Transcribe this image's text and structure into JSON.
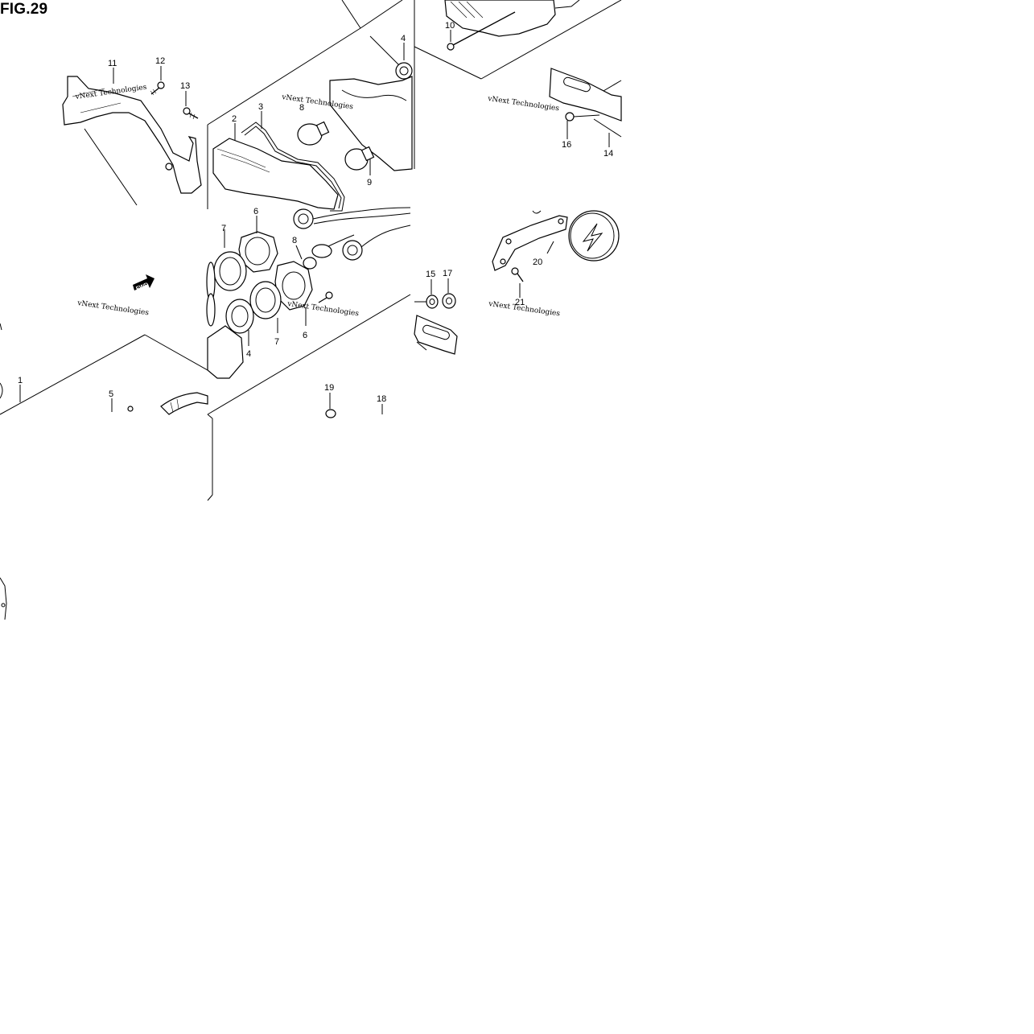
{
  "figure": {
    "title": "FIG.29"
  },
  "callouts": {
    "c1": "1",
    "c2": "2",
    "c3": "3",
    "c4a": "4",
    "c4b": "4",
    "c5": "5",
    "c6a": "6",
    "c6b": "6",
    "c7a": "7",
    "c7b": "7",
    "c8a": "8",
    "c8b": "8",
    "c9": "9",
    "c10": "10",
    "c11": "11",
    "c12": "12",
    "c13": "13",
    "c14": "14",
    "c15": "15",
    "c16": "16",
    "c17": "17",
    "c18": "18",
    "c19": "19",
    "c20": "20",
    "c21": "21"
  },
  "fwd_label": "FWD",
  "watermarks": {
    "w1": "vNext Technologies",
    "w2": "vNext Technologies",
    "w3": "vNext Technologies",
    "w4": "vNext Technologies",
    "w5": "vNext Technologies"
  }
}
